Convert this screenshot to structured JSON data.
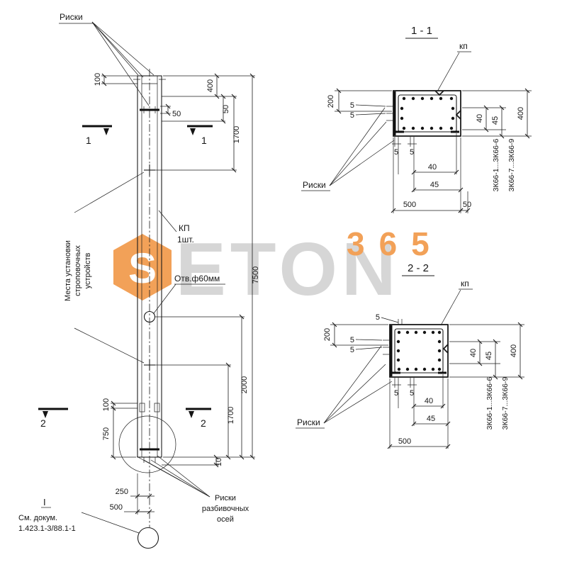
{
  "watermark": {
    "s": "S",
    "eton": "ETON",
    "number": "365",
    "accent": "#f2a158",
    "gray": "#d6d6d6"
  },
  "elevation": {
    "riski_top": "Риски",
    "kp1": "КП",
    "kp2": "1шт.",
    "hole": "Отв.ф60мм",
    "strop1": "Места установки",
    "strop2": "строповочных",
    "strop3": "устройств",
    "mark_i": "I",
    "doc1": "См. докум.",
    "doc2": "1.423.1-3/88.1-1",
    "ax1": "Риски",
    "ax2": "разбивочных",
    "ax3": "осей",
    "m1": "1",
    "m2": "2",
    "dims": {
      "t100": "100",
      "r400": "400",
      "r50bar": "50",
      "r50": "50",
      "r1700a": "1700",
      "r7500": "7500",
      "r2000": "2000",
      "r1700b": "1700",
      "l100": "100",
      "l750": "750",
      "r10": "10",
      "b250": "250",
      "b500": "500"
    }
  },
  "section1": {
    "title": "1 - 1",
    "kp": "кп",
    "riski": "Риски",
    "tag1": "3К66-1...3К66-6",
    "tag2": "3К66-7...3К66-9",
    "dims": {
      "h200": "200",
      "l5a": "5",
      "l5b": "5",
      "b5a": "5",
      "b5b": "5",
      "b40": "40",
      "b45": "45",
      "w500": "500",
      "w50": "50",
      "r40": "40",
      "r45": "45",
      "h400": "400"
    }
  },
  "section2": {
    "title": "2 - 2",
    "kp": "кп",
    "riski": "Риски",
    "tag1": "3К66-1...3К66-6",
    "tag2": "3К66-7...3К66-9",
    "dims": {
      "h200": "200",
      "t5": "5",
      "l5a": "5",
      "l5b": "5",
      "b5a": "5",
      "b5b": "5",
      "b40": "40",
      "b45": "45",
      "w500": "500",
      "r40": "40",
      "r45": "45",
      "h400": "400"
    }
  }
}
